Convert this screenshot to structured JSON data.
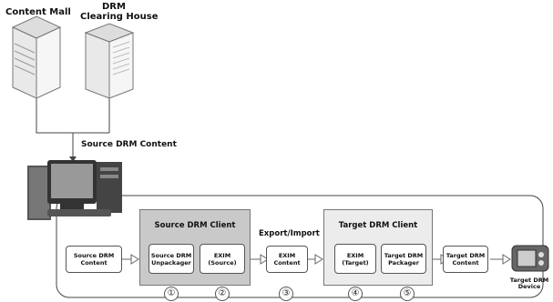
{
  "nodes": {
    "content_mall": "Content Mall",
    "clearing_house_line1": "DRM",
    "clearing_house_line2": "Clearing House",
    "source_drm_content_label": "Source DRM Content",
    "source_drm_content_box": "Source DRM Content",
    "source_drm_client": "Source DRM Client",
    "source_drm_unpackager": "Source DRM Unpackager",
    "exim_source": "EXIM (Source)",
    "export_import": "Export/Import",
    "exim_content": "EXIM Content",
    "target_drm_client": "Target DRM Client",
    "exim_target": "EXIM (Target)",
    "target_drm_packager": "Target DRM Packager",
    "target_drm_content_box": "Target DRM Content",
    "target_drm_device": "Target DRM Device"
  },
  "steps": [
    "①",
    "②",
    "③",
    "④",
    "⑤"
  ]
}
